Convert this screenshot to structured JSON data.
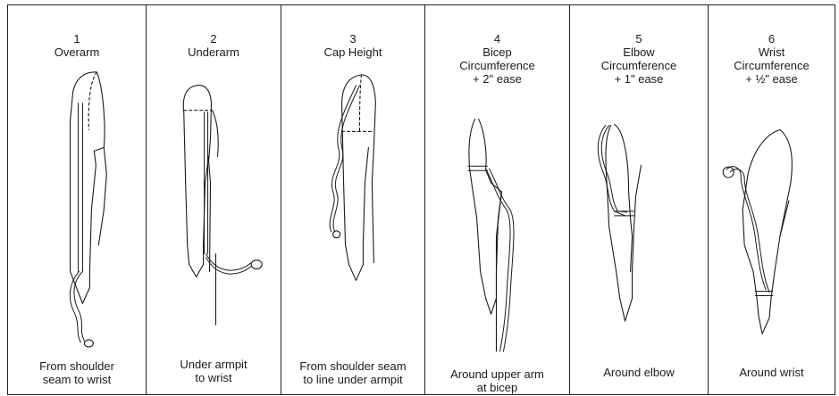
{
  "panels": [
    {
      "number": "1",
      "title_lines": [
        "Overarm"
      ],
      "caption_lines": [
        "From shoulder",
        "seam to wrist"
      ],
      "icon": "overarm-measure-arm-icon"
    },
    {
      "number": "2",
      "title_lines": [
        "Underarm"
      ],
      "caption_lines": [
        "Under armpit",
        "to wrist"
      ],
      "icon": "underarm-measure-arm-icon"
    },
    {
      "number": "3",
      "title_lines": [
        "Cap Height"
      ],
      "caption_lines": [
        "From shoulder seam",
        "to line under armpit"
      ],
      "icon": "cap-height-measure-arm-icon"
    },
    {
      "number": "4",
      "title_lines": [
        "Bicep",
        "Circumference",
        "+ 2\" ease"
      ],
      "caption_lines": [
        "Around upper arm",
        "at bicep"
      ],
      "icon": "bicep-measure-arm-icon"
    },
    {
      "number": "5",
      "title_lines": [
        "Elbow",
        "Circumference",
        "+ 1\" ease"
      ],
      "caption_lines": [
        "Around elbow"
      ],
      "icon": "elbow-measure-arm-icon"
    },
    {
      "number": "6",
      "title_lines": [
        "Wrist",
        "Circumference",
        "+ ½\" ease"
      ],
      "caption_lines": [
        "Around wrist"
      ],
      "icon": "wrist-measure-arm-icon"
    }
  ]
}
